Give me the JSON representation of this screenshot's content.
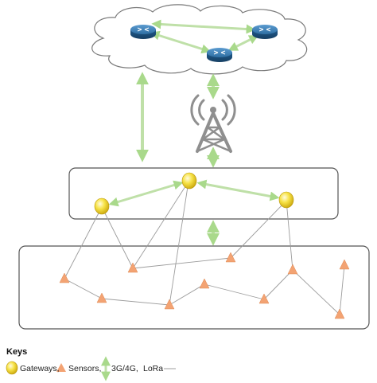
{
  "keys": {
    "title": "Keys",
    "gateways": "Gateways,",
    "sensors": "Sensors,",
    "cellular": "3G/4G,",
    "lora": "LoRa"
  },
  "icons": [
    "router-icon",
    "cell-tower-icon",
    "gateway-icon",
    "sensor-icon",
    "double-arrow-icon",
    "line-icon"
  ],
  "colors": {
    "arrow": "#bfe0a8",
    "gateway": "#f3dc3c",
    "sensor": "#f3a373",
    "router": "#2f6fa3",
    "tower": "#8f8f8f",
    "link": "#9c9c9c",
    "frame": "#555555"
  }
}
